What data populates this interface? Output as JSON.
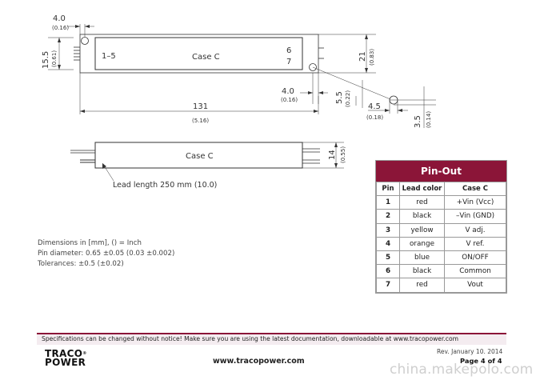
{
  "drawing": {
    "top_view": {
      "case_label": "Case  C",
      "left_pins_label": "1–5",
      "right_pin_6": "6",
      "right_pin_7": "7",
      "dim_mount_offset": "4.0",
      "dim_mount_offset_inch": "(0.16)",
      "dim_height": "15.5",
      "dim_height_inch": "(0.61)",
      "dim_overall_height": "21",
      "dim_overall_height_inch": "(0.83)",
      "dim_right_offset": "4.0",
      "dim_right_offset_inch": "(0.16)",
      "dim_hole_y": "5.5",
      "dim_hole_y_inch": "(0.22)",
      "dim_length": "131",
      "dim_length_inch": "(5.16)",
      "dim_hole_dia": "4.5",
      "dim_hole_dia_inch": "(0.18)",
      "dim_hole_r": "3.5",
      "dim_hole_r_inch": "(0.14)"
    },
    "side_view": {
      "case_label": "Case  C",
      "dim_thickness": "14",
      "dim_thickness_inch": "(0.55)",
      "lead_length_note": "Lead length 250 mm (10.0)"
    }
  },
  "notes": {
    "line1": "Dimensions in [mm], () = Inch",
    "line2": "Pin diameter: 0.65 ±0.05 (0.03 ±0.002)",
    "line3": "Tolerances: ±0.5 (±0.02)"
  },
  "pinout": {
    "title": "Pin-Out",
    "headers": [
      "Pin",
      "Lead color",
      "Case C"
    ],
    "rows": [
      {
        "pin": "1",
        "color": "red",
        "function": "+Vin (Vcc)"
      },
      {
        "pin": "2",
        "color": "black",
        "function": "–Vin (GND)"
      },
      {
        "pin": "3",
        "color": "yellow",
        "function": "V adj."
      },
      {
        "pin": "4",
        "color": "orange",
        "function": "V ref."
      },
      {
        "pin": "5",
        "color": "blue",
        "function": "ON/OFF"
      },
      {
        "pin": "6",
        "color": "black",
        "function": "Common"
      },
      {
        "pin": "7",
        "color": "red",
        "function": "Vout"
      }
    ]
  },
  "footer": {
    "disclaimer": "Specifications can be changed without notice! Make sure you are using the latest documentation, downloadable at www.tracopower.com",
    "logo_line1": "TRACO",
    "logo_reg": "®",
    "logo_line2": "POWER",
    "website": "www.tracopower.com",
    "revision": "Rev. January 10. 2014",
    "page": "Page 4 of 4"
  },
  "watermark": "china.makepolo.com",
  "colors": {
    "accent": "#8b1538",
    "footer_band": "#f4ecf0"
  }
}
